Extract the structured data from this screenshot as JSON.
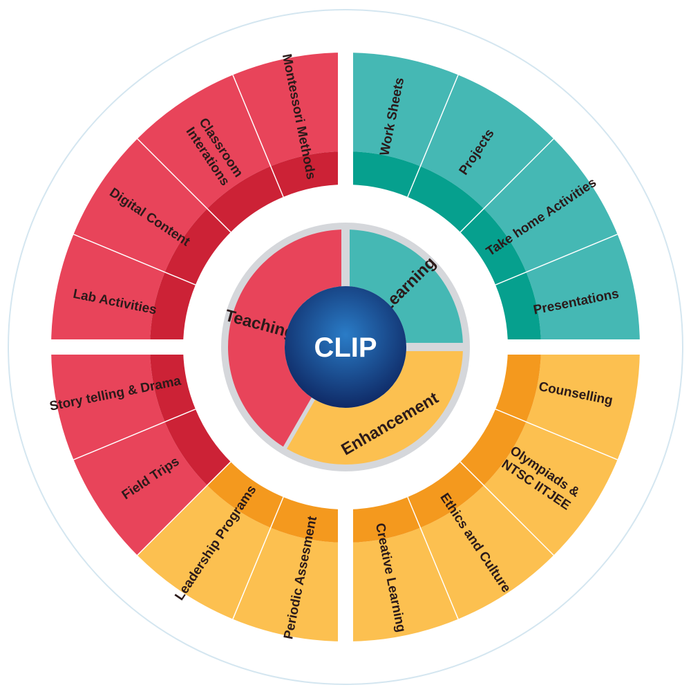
{
  "center": {
    "label": "CLIP"
  },
  "categories": [
    {
      "id": "teaching",
      "label": "Teaching",
      "color": "#e8445a",
      "dark": "#cc2236"
    },
    {
      "id": "learning",
      "label": "Learning",
      "color": "#45b8b4",
      "dark": "#06a08e"
    },
    {
      "id": "enhancement",
      "label": "Enhancement",
      "color": "#fcc050",
      "dark": "#f4991e"
    }
  ],
  "segments": [
    {
      "id": "work-sheets",
      "lines": [
        "Work Sheets"
      ],
      "category": "learning"
    },
    {
      "id": "projects",
      "lines": [
        "Projects"
      ],
      "category": "learning"
    },
    {
      "id": "take-home-activities",
      "lines": [
        "Take home Activities"
      ],
      "category": "learning"
    },
    {
      "id": "presentations",
      "lines": [
        "Presentations"
      ],
      "category": "learning"
    },
    {
      "id": "counselling",
      "lines": [
        "Counselling"
      ],
      "category": "enhancement"
    },
    {
      "id": "olympiads",
      "lines": [
        "Olympiads &",
        "NTSC  IITJEE"
      ],
      "category": "enhancement"
    },
    {
      "id": "ethics-and-culture",
      "lines": [
        "Ethics and Culture"
      ],
      "category": "enhancement"
    },
    {
      "id": "creative-learning",
      "lines": [
        "Creative Learning"
      ],
      "category": "enhancement"
    },
    {
      "id": "periodic-assesment",
      "lines": [
        "Periodic Assesment"
      ],
      "category": "enhancement"
    },
    {
      "id": "leadership-programs",
      "lines": [
        "Leadership Programs"
      ],
      "category": "enhancement"
    },
    {
      "id": "field-trips",
      "lines": [
        "Field Trips"
      ],
      "category": "teaching"
    },
    {
      "id": "story-telling-drama",
      "lines": [
        "Story telling & Drama"
      ],
      "category": "teaching"
    },
    {
      "id": "lab-activities",
      "lines": [
        "Lab Activities"
      ],
      "category": "teaching"
    },
    {
      "id": "digital-content",
      "lines": [
        "Digital Content"
      ],
      "category": "teaching"
    },
    {
      "id": "classroom-interations",
      "lines": [
        "Classroom",
        "Interations"
      ],
      "category": "teaching"
    },
    {
      "id": "montessori-methods",
      "lines": [
        "Montessori Methods"
      ],
      "category": "teaching"
    }
  ],
  "colors": {
    "outer_ring": "#d4e6f0",
    "gap": "#ffffff",
    "inner_ring": "#d5d7db",
    "center_light": "#2a7cc7",
    "center_dark": "#0f2a66",
    "divider": "#ffffff"
  }
}
